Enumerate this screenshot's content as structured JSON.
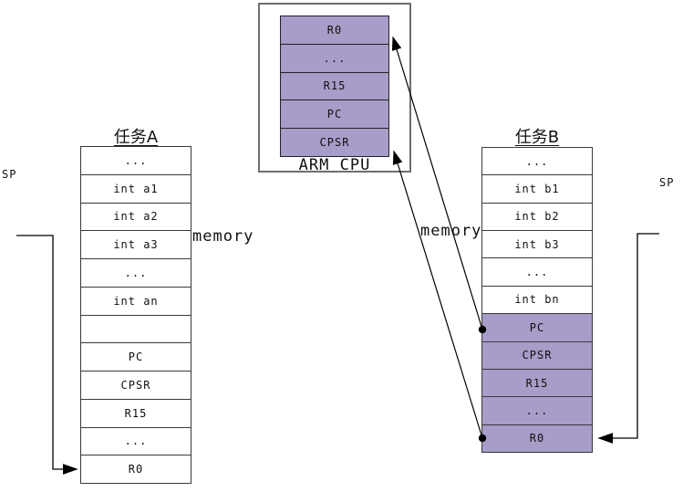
{
  "diagram_title": "ARM CPU task context switch between two task stacks",
  "colors": {
    "register_fill": "#a89cc8",
    "border": "#3a3a3a",
    "line": "#000000",
    "background": "#ffffff"
  },
  "cpu": {
    "label": "ARM CPU",
    "registers": [
      "R0",
      "...",
      "R15",
      "PC",
      "CPSR"
    ]
  },
  "task_a": {
    "title": "任务A",
    "cells": [
      {
        "label": "...",
        "filled": false
      },
      {
        "label": "int a1",
        "filled": false
      },
      {
        "label": "int a2",
        "filled": false
      },
      {
        "label": "int a3",
        "filled": false
      },
      {
        "label": "...",
        "filled": false
      },
      {
        "label": "int an",
        "filled": false
      },
      {
        "label": "",
        "filled": false
      },
      {
        "label": "PC",
        "filled": false
      },
      {
        "label": "CPSR",
        "filled": false
      },
      {
        "label": "R15",
        "filled": false
      },
      {
        "label": "...",
        "filled": false
      },
      {
        "label": "R0",
        "filled": false
      }
    ]
  },
  "task_b": {
    "title": "任务B",
    "cells": [
      {
        "label": "...",
        "filled": false
      },
      {
        "label": "int b1",
        "filled": false
      },
      {
        "label": "int b2",
        "filled": false
      },
      {
        "label": "int b3",
        "filled": false
      },
      {
        "label": "...",
        "filled": false
      },
      {
        "label": "int bn",
        "filled": false
      },
      {
        "label": "PC",
        "filled": true
      },
      {
        "label": "CPSR",
        "filled": true
      },
      {
        "label": "R15",
        "filled": true
      },
      {
        "label": "...",
        "filled": true
      },
      {
        "label": "R0",
        "filled": true
      }
    ]
  },
  "labels": {
    "memory_left": "memory",
    "memory_right": "memory",
    "sp_left": "SP",
    "sp_right": "SP"
  }
}
